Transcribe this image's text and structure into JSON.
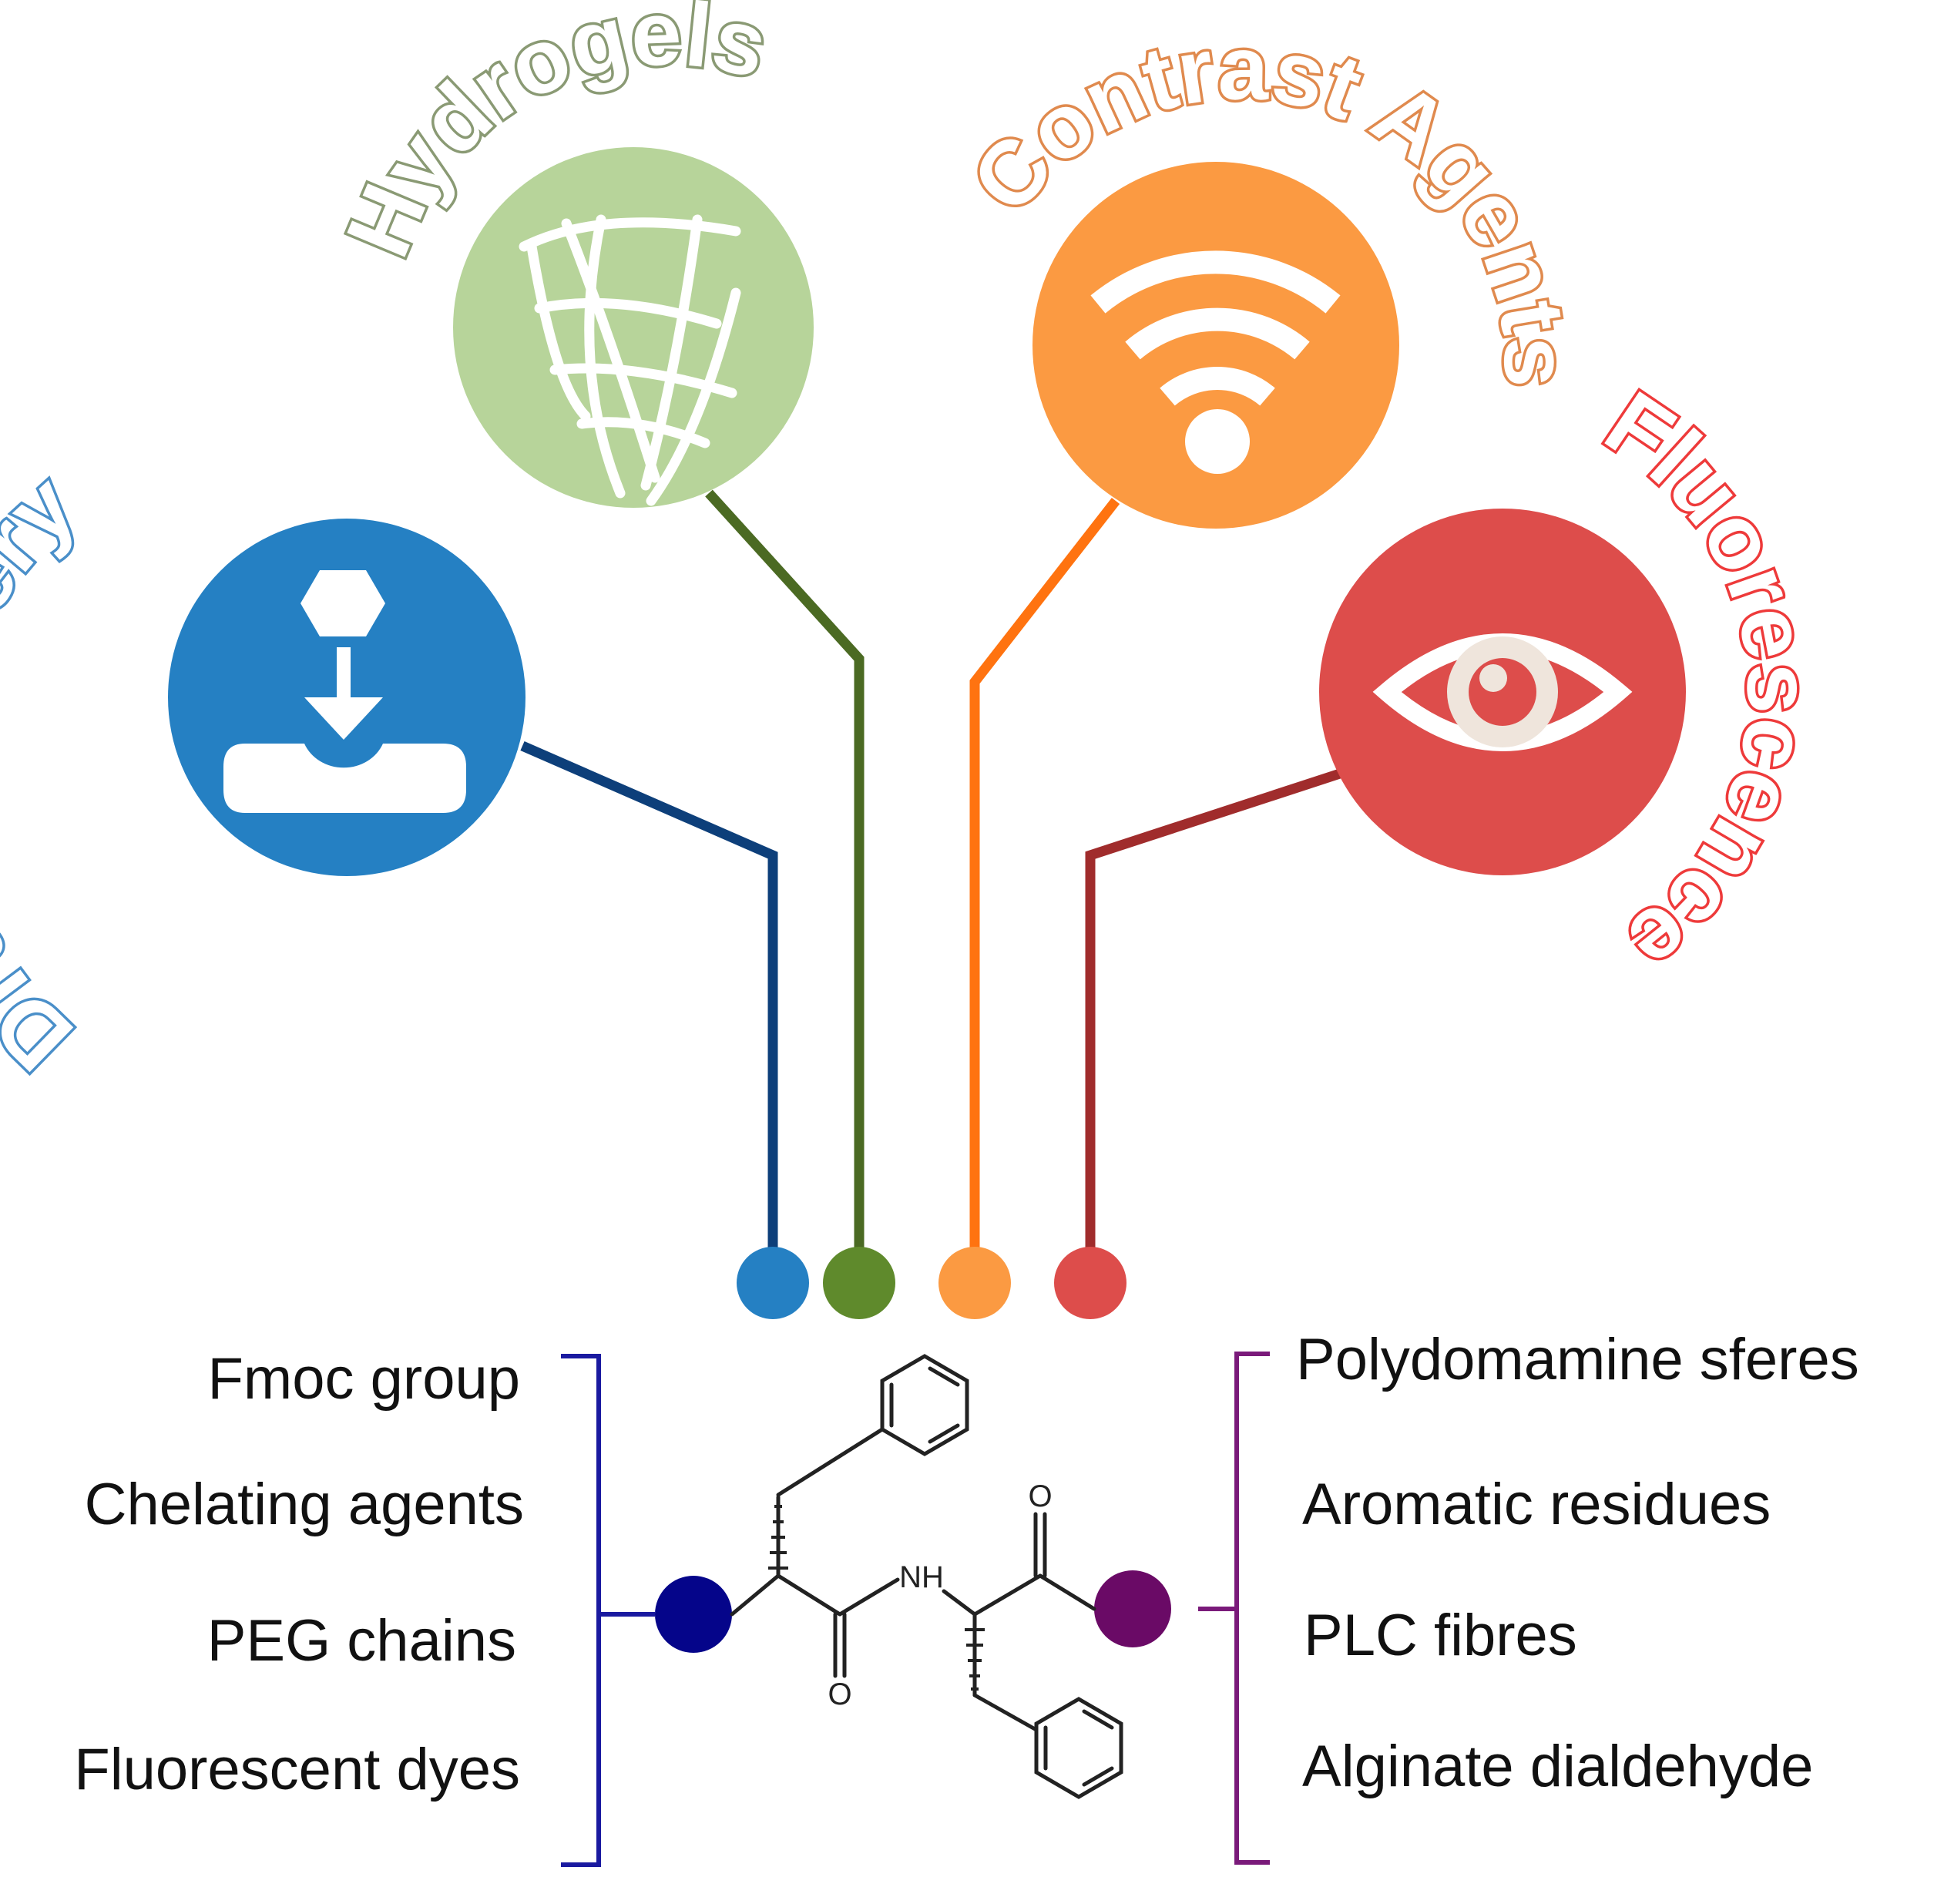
{
  "applications": [
    {
      "key": "drug",
      "title": "Drug Delivery",
      "icon": "drug-download-icon",
      "color": "#2580c3",
      "line_color": "#0d3f7a",
      "title_color": "#4a8fc9"
    },
    {
      "key": "hydro",
      "title": "Hydrogels",
      "icon": "fiber-network-icon",
      "color": "#b7d49a",
      "line_color": "#4b6a23",
      "title_color": "#8a9a74"
    },
    {
      "key": "contrast",
      "title": "Contrast Agents",
      "icon": "signal-waves-icon",
      "color": "#fb9a42",
      "line_color": "#ff7310",
      "title_color": "#e08a4e"
    },
    {
      "key": "fluor",
      "title": "Fluorescence",
      "icon": "eye-icon",
      "color": "#dd4d4b",
      "line_color": "#a02c2c",
      "title_color": "#ee3a3a"
    }
  ],
  "connector_dots": [
    "#2580c3",
    "#5f8a2c",
    "#fb9a42",
    "#dd4d4b"
  ],
  "left_list": {
    "items": [
      "Fmoc group",
      "Chelating agents",
      "PEG chains",
      "Fluorescent dyes"
    ],
    "bracket_color": "#1a1aa0",
    "dot_color": "#05058a"
  },
  "right_list": {
    "items": [
      "Polydomamine sferes",
      "Aromatic residues",
      "PLC fibres",
      "Alginate dialdehyde"
    ],
    "bracket_color": "#7a1a7a",
    "dot_color": "#6a0a66"
  },
  "molecule": {
    "nh_label": "NH",
    "o_top_label": "O",
    "o_bottom_label": "O"
  }
}
